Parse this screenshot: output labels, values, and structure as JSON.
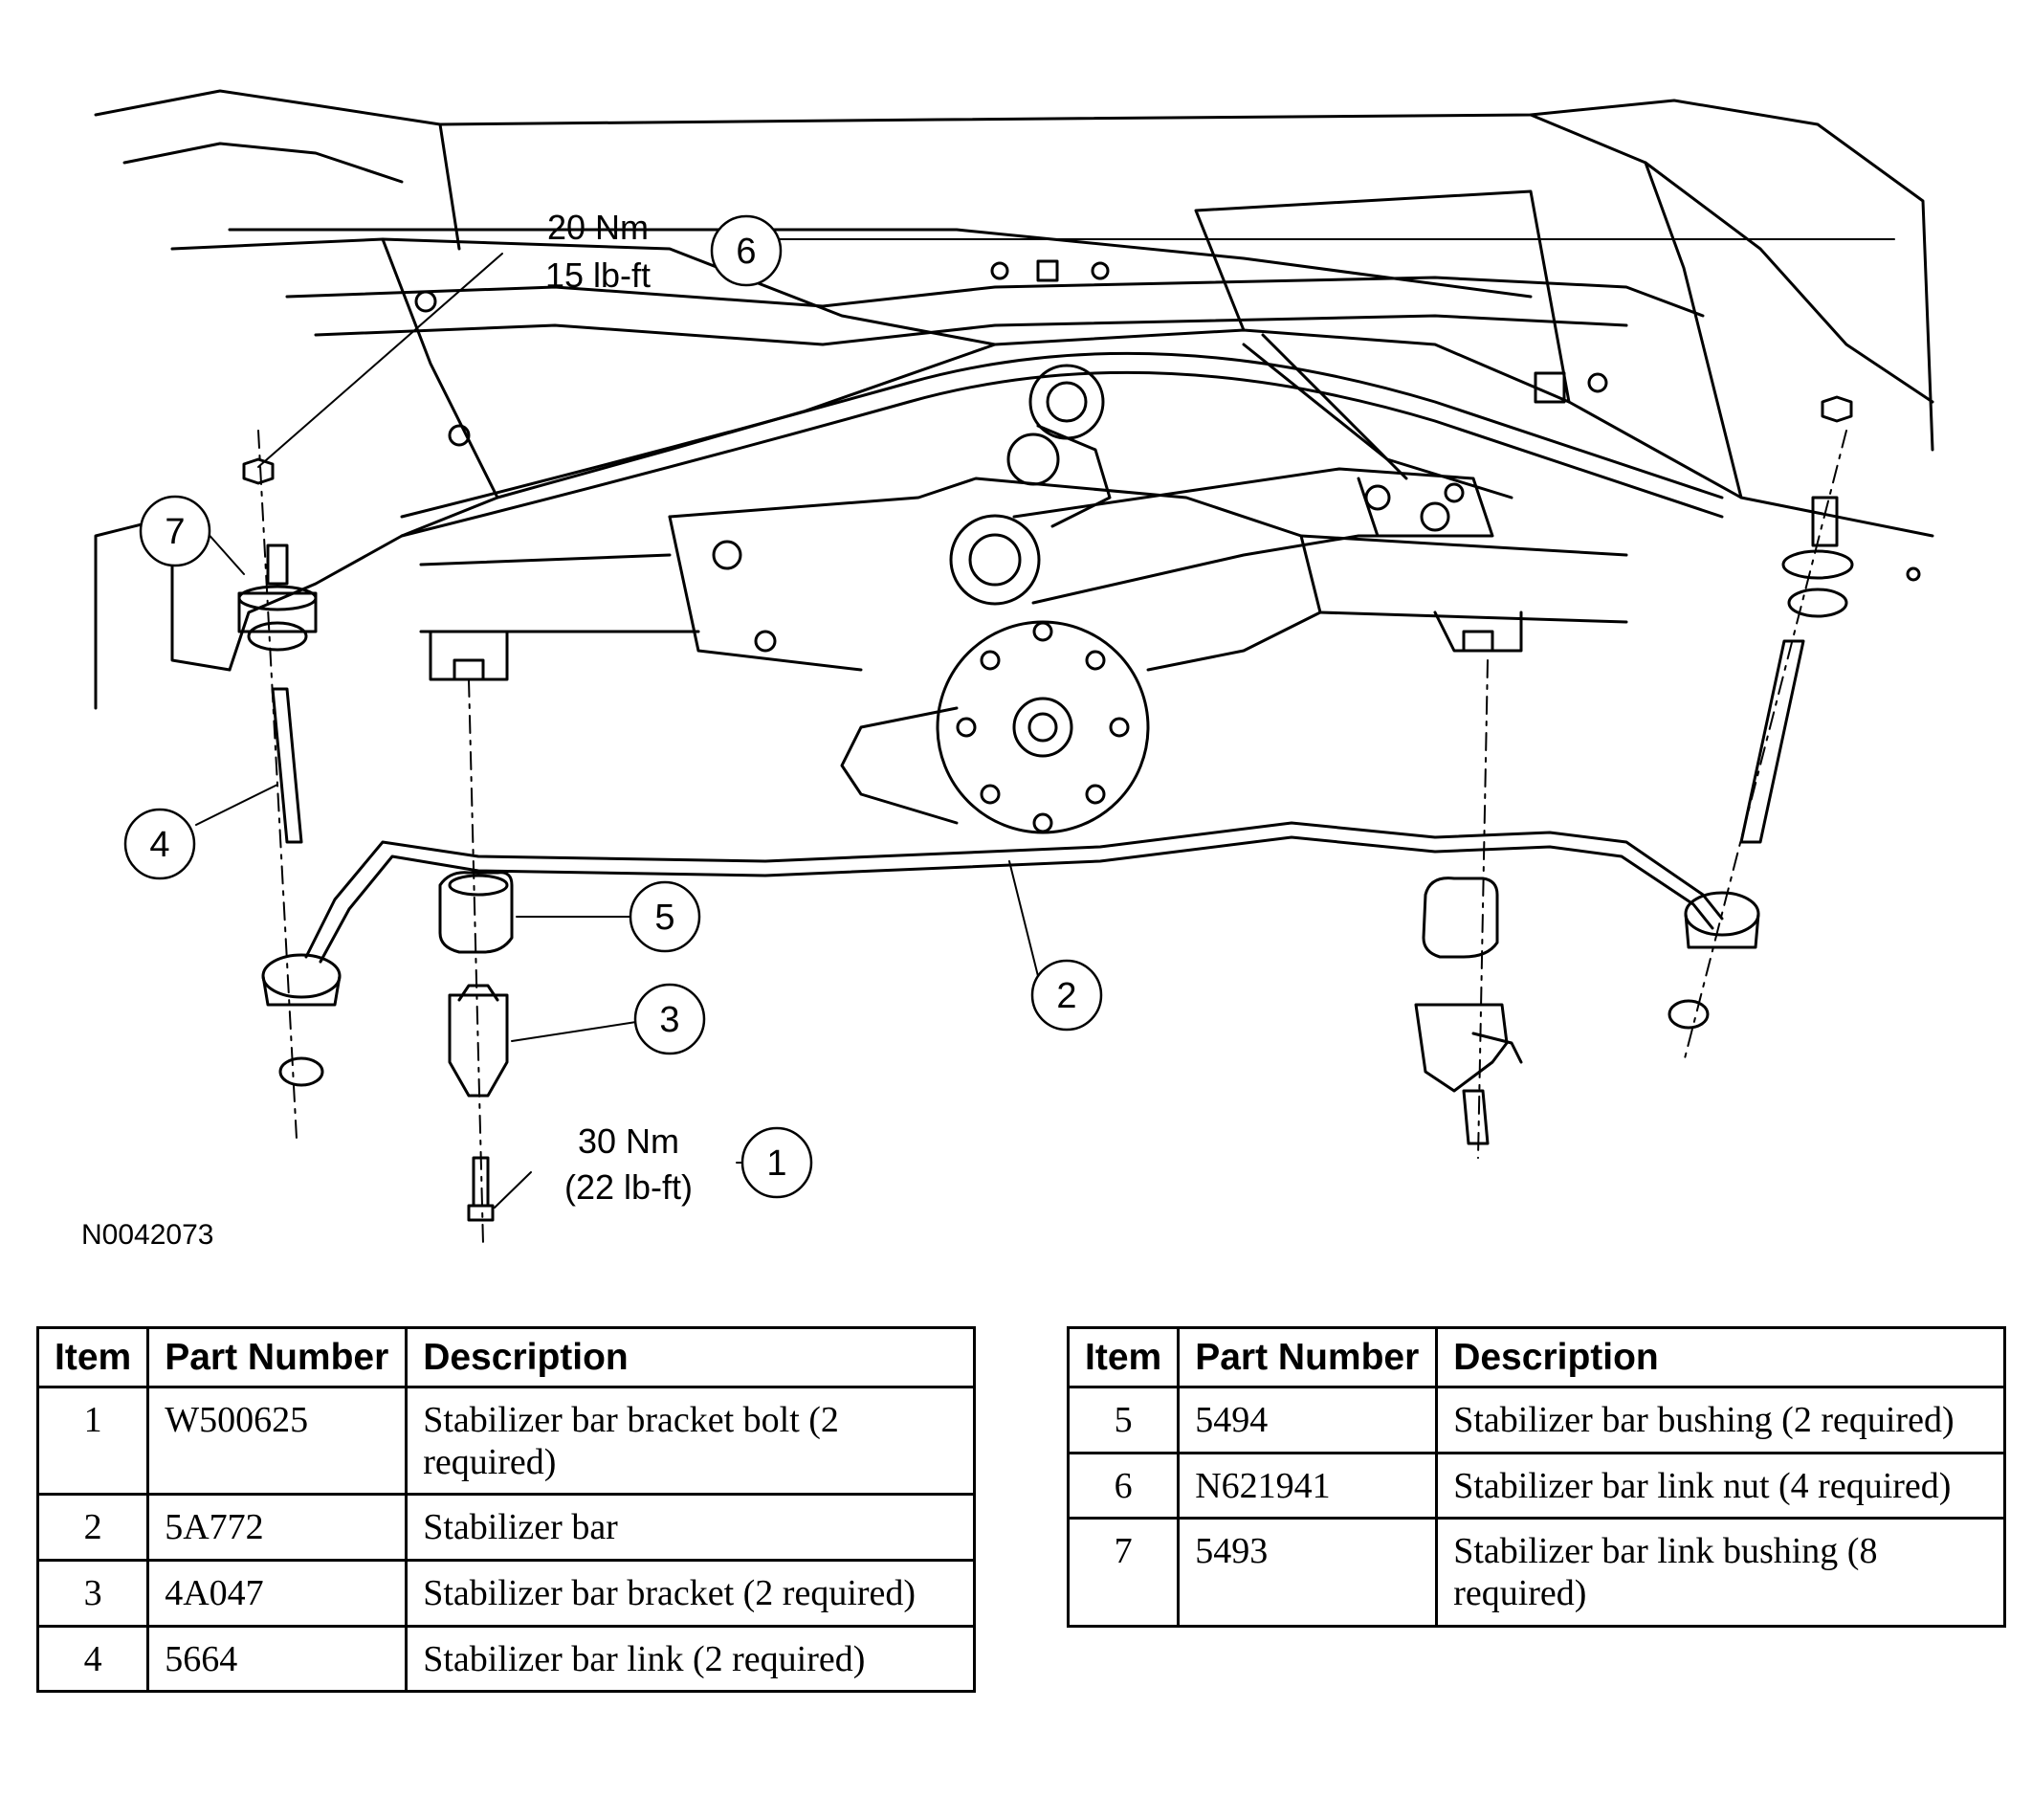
{
  "figure": {
    "id": "N0042073",
    "callouts": [
      "1",
      "2",
      "3",
      "4",
      "5",
      "6",
      "7"
    ],
    "torque_top": {
      "nm": "20 Nm",
      "lbft": "15 lb-ft"
    },
    "torque_bottom": {
      "nm": "30 Nm",
      "lbft": "(22 lb-ft)"
    }
  },
  "tables": {
    "headers": {
      "item": "Item",
      "part": "Part Number",
      "desc": "Description"
    },
    "left": [
      {
        "item": "1",
        "part": "W500625",
        "desc": "Stabilizer bar bracket bolt (2 required)"
      },
      {
        "item": "2",
        "part": "5A772",
        "desc": "Stabilizer bar"
      },
      {
        "item": "3",
        "part": "4A047",
        "desc": "Stabilizer bar bracket (2 required)"
      },
      {
        "item": "4",
        "part": "5664",
        "desc": "Stabilizer bar link (2 required)"
      }
    ],
    "right": [
      {
        "item": "5",
        "part": "5494",
        "desc": "Stabilizer bar bushing (2 required)"
      },
      {
        "item": "6",
        "part": "N621941",
        "desc": "Stabilizer bar link nut (4 required)"
      },
      {
        "item": "7",
        "part": "5493",
        "desc": "Stabilizer bar link bushing (8 required)"
      }
    ]
  }
}
